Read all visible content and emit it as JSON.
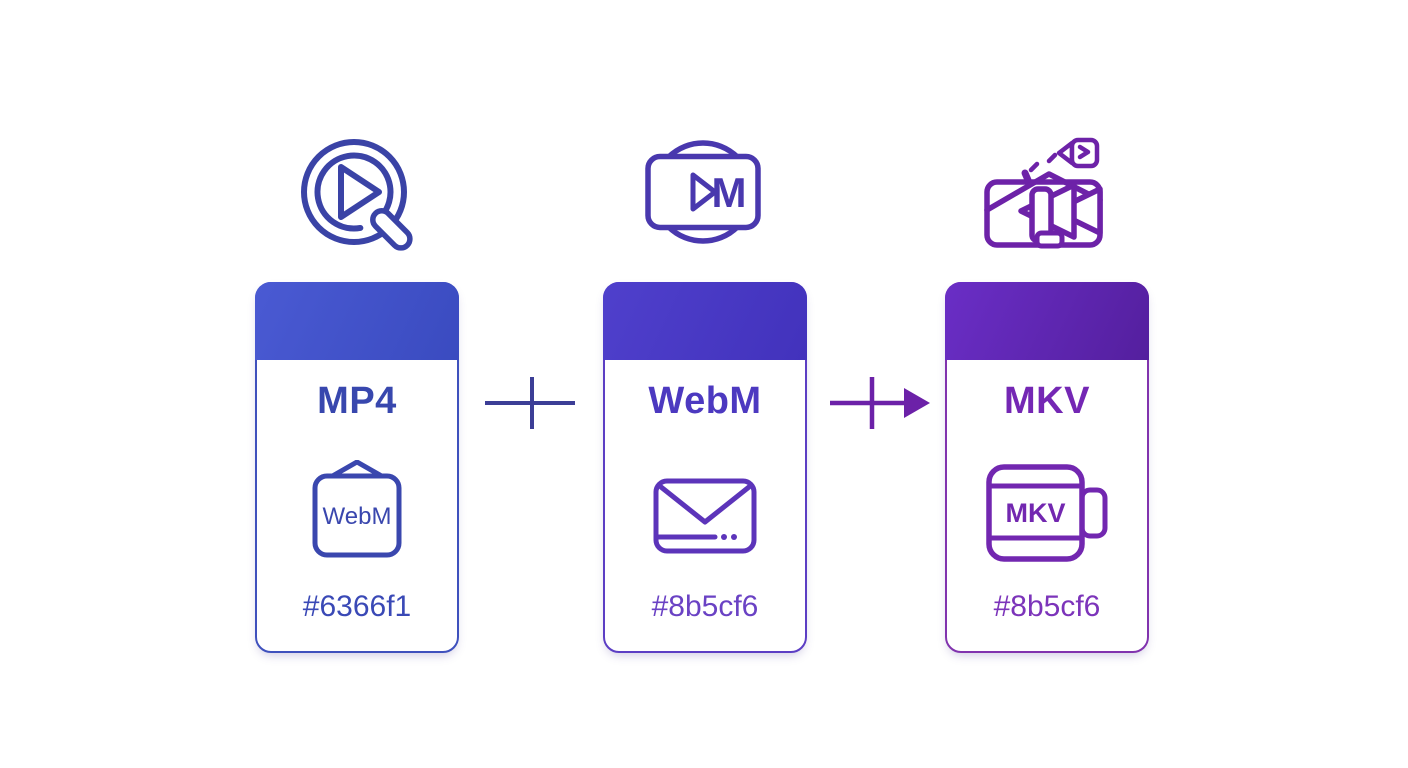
{
  "diagram": {
    "background": "#ffffff",
    "cards": [
      {
        "title": "MP4",
        "hex": "#6366f1",
        "top_icon": "quicktime-player-icon",
        "inner_icon": "webm-tag-icon",
        "inner_icon_label": "WebM",
        "header_color": "#4253c9",
        "border_color": "#3f51bd",
        "text_color": "#3a49b6"
      },
      {
        "title": "WebM",
        "hex": "#8b5cf6",
        "top_icon": "webm-player-icon",
        "top_icon_label": "M",
        "inner_icon": "envelope-icon",
        "header_color": "#4a3ac4",
        "border_color": "#5c3ec4",
        "text_color": "#4c39c0"
      },
      {
        "title": "MKV",
        "hex": "#8b5cf6",
        "top_icon": "camcorder-icon",
        "inner_icon": "film-cartridge-icon",
        "inner_icon_label": "MKV",
        "header_color": "#5e27ae",
        "border_color": "#8133ae",
        "text_color": "#7427b4"
      }
    ],
    "connectors": [
      {
        "type": "plus-tick-line",
        "color": "#3c3e96"
      },
      {
        "type": "arrow-with-tick",
        "color": "#6c21a8"
      }
    ]
  }
}
